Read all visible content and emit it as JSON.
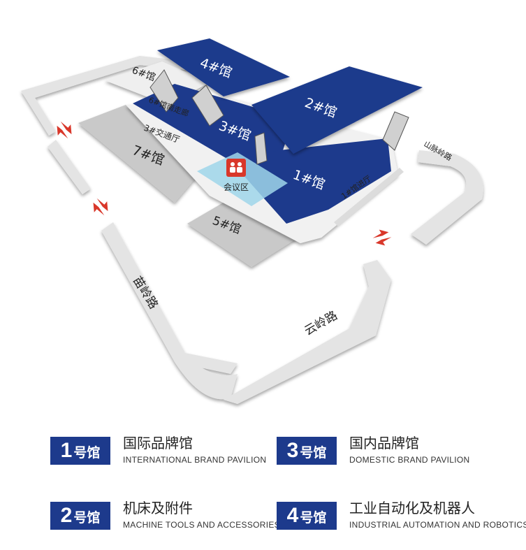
{
  "map": {
    "halls": {
      "hall1": "1#馆",
      "hall2": "2#馆",
      "hall3": "3#馆",
      "hall4": "4#馆",
      "hall5": "5#馆",
      "hall6": "6#馆",
      "hall7": "7#馆"
    },
    "areas": {
      "corridor": "6#馆南走廊",
      "transport_hall": "3#交通厅",
      "entrance_hall": "1#馆进厅",
      "meeting_area": "会议区"
    },
    "roads": {
      "miaoling": "苗岭路",
      "yunling": "云岭路",
      "shanmailing": "山脉岭路"
    },
    "colors": {
      "hall_blue": "#1d3a8c",
      "floor_gray": "#c9c9c9",
      "road_gray": "#e4e4e4",
      "entrance_red": "#d9372a",
      "meeting_cyan": "#9fd6ea"
    }
  },
  "legend": {
    "items": [
      {
        "num": "1",
        "suffix": "号馆",
        "cn": "国际品牌馆",
        "en": "INTERNATIONAL BRAND PAVILION"
      },
      {
        "num": "3",
        "suffix": "号馆",
        "cn": "国内品牌馆",
        "en": "DOMESTIC BRAND PAVILION"
      },
      {
        "num": "2",
        "suffix": "号馆",
        "cn": "机床及附件",
        "en": "MACHINE TOOLS AND ACCESSORIES"
      },
      {
        "num": "4",
        "suffix": "号馆",
        "cn": "工业自动化及机器人",
        "en": "INDUSTRIAL AUTOMATION AND ROBOTICS"
      }
    ]
  }
}
